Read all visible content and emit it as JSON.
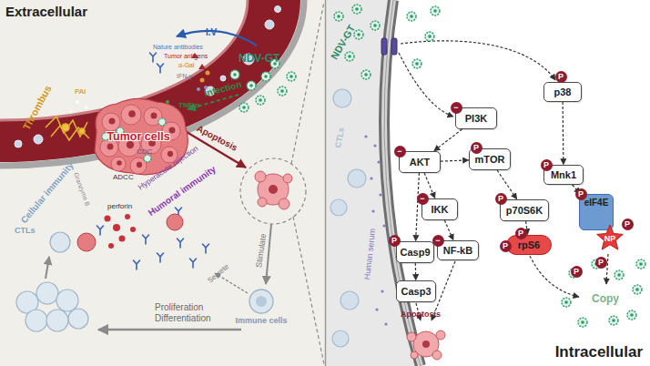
{
  "diagram": {
    "nodes": [
      {
        "text": [
          "Extracellular"
        ]
      },
      {
        "text": [
          "Intracellular"
        ]
      },
      {
        "text": [
          "Tumor cells"
        ],
        "in": 0
      },
      {
        "text": [
          "Immune cells"
        ],
        "in": 0
      },
      {
        "text": [
          "p38"
        ],
        "in": 1
      },
      {
        "text": [
          "PI3K"
        ],
        "in": 1
      },
      {
        "text": [
          "AKT"
        ],
        "in": 1
      },
      {
        "text": [
          "mTOR"
        ],
        "in": 1
      },
      {
        "text": [
          "Mnk1"
        ],
        "in": 1
      },
      {
        "text": [
          "IKK"
        ],
        "in": 1
      },
      {
        "text": [
          "p70S6K"
        ],
        "in": 1
      },
      {
        "text": [
          "eIF4E"
        ],
        "in": 1
      },
      {
        "text": [
          "Casp9"
        ],
        "in": 1
      },
      {
        "text": [
          "NF-kB"
        ],
        "in": 1
      },
      {
        "text": [
          "rpS6"
        ],
        "in": 1
      },
      {
        "text": [
          "NP"
        ],
        "in": 1
      },
      {
        "text": [
          "Casp3"
        ],
        "in": 1
      }
    ],
    "edges": [
      {
        "from": 5,
        "to": 6,
        "arrow": "to"
      },
      {
        "from": 6,
        "to": 7,
        "arrow": "to"
      },
      {
        "from": 6,
        "to": 9,
        "arrow": "to"
      },
      {
        "from": 6,
        "to": 12,
        "arrow": "to"
      },
      {
        "from": 7,
        "to": 10,
        "arrow": "to"
      },
      {
        "from": 9,
        "to": 13,
        "arrow": "to"
      },
      {
        "from": 10,
        "to": 14,
        "arrow": "to"
      },
      {
        "from": 12,
        "to": 16,
        "arrow": "to"
      },
      {
        "from": 4,
        "to": 8,
        "arrow": "to"
      },
      {
        "from": 8,
        "to": 11,
        "arrow": "to"
      }
    ],
    "labels": [
      "Thrombus",
      "PAI",
      "Nature antibodies",
      "Tumor antigens",
      "α-Gal",
      "IFN-γ",
      "TNF-α",
      "I.V",
      "NDV-GT",
      "Infection",
      "Apoptosis",
      "CDC",
      "Hyperacute rejection",
      "Humoral immunity",
      "ADCC",
      "Granzyme B",
      "perforin",
      "Cellular immunity",
      "CTLs",
      "Stimulate",
      "Secrete",
      "Proliferation Differentiation",
      "NDV-GT",
      "CTLs",
      "Human serum",
      "Apoptosis",
      "Copy",
      "P",
      "P",
      "P",
      "P",
      "P",
      "P",
      "P",
      "P",
      "P",
      "P",
      "P",
      "−",
      "−",
      "−",
      "−"
    ]
  }
}
